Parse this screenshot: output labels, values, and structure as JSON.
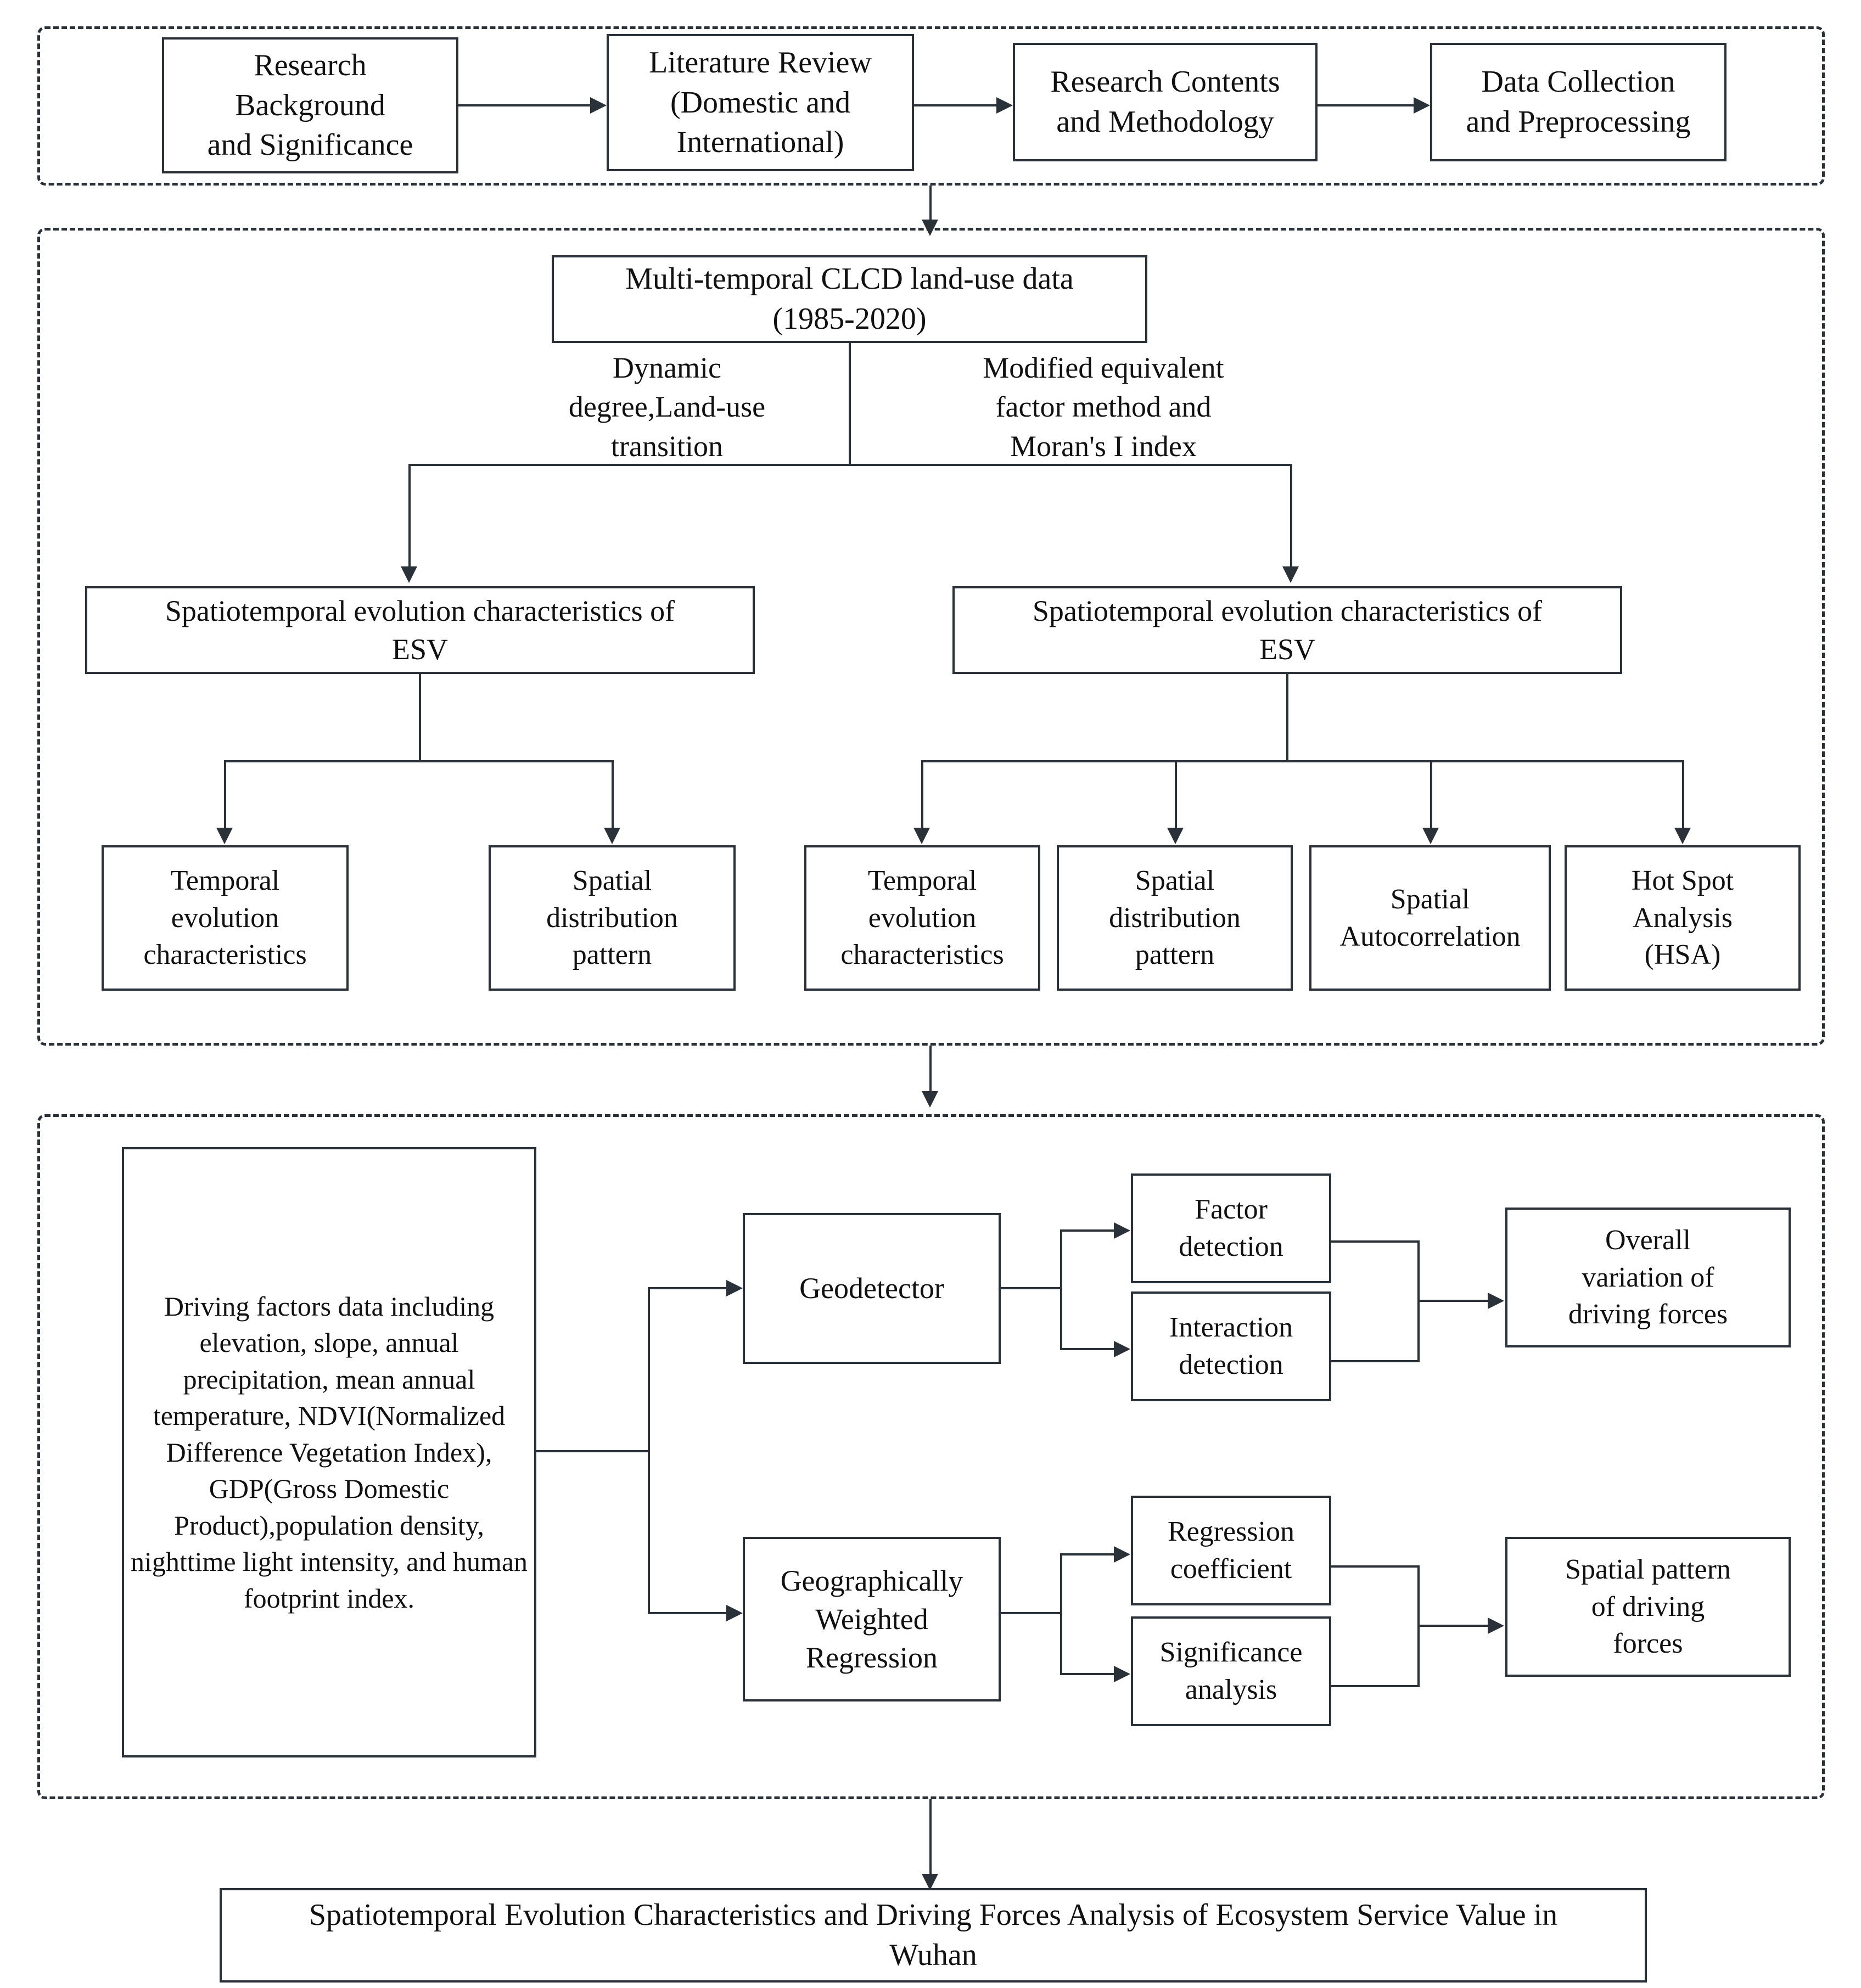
{
  "diagram": {
    "title": "Research framework flowchart",
    "accent_color": "#2b3138",
    "background_color": "#ffffff"
  },
  "section1": {
    "name": "research-preparation",
    "boxes": [
      {
        "id": "research-background",
        "label": "Research\nBackground\nand Significance"
      },
      {
        "id": "literature-review",
        "label": "Literature Review\n(Domestic and\nInternational)"
      },
      {
        "id": "research-contents",
        "label": "Research Contents\nand Methodology"
      },
      {
        "id": "data-collection",
        "label": "Data Collection\nand Preprocessing"
      }
    ]
  },
  "section2": {
    "name": "spatiotemporal-analysis",
    "source_box": {
      "id": "clcd-data",
      "label": "Multi-temporal CLCD land-use data\n(1985-2020)"
    },
    "left_method_label": "Dynamic\ndegree,Land-use\ntransition",
    "right_method_label": "Modified equivalent\nfactor method and\nMoran's I index",
    "left_result_box": {
      "id": "esv-left",
      "label": "Spatiotemporal evolution characteristics of\nESV"
    },
    "right_result_box": {
      "id": "esv-right",
      "label": "Spatiotemporal evolution characteristics of\nESV"
    },
    "left_outputs": [
      {
        "id": "temporal-evolution-left",
        "label": "Temporal\nevolution\ncharacteristics"
      },
      {
        "id": "spatial-distribution-left",
        "label": "Spatial\ndistribution\npattern"
      }
    ],
    "right_outputs": [
      {
        "id": "temporal-evolution-right",
        "label": "Temporal\nevolution\ncharacteristics"
      },
      {
        "id": "spatial-distribution-right",
        "label": "Spatial\ndistribution\npattern"
      },
      {
        "id": "spatial-autocorrelation",
        "label": "Spatial\nAutocorrelation"
      },
      {
        "id": "hot-spot-analysis",
        "label": "Hot Spot\nAnalysis\n(HSA)"
      }
    ]
  },
  "section3": {
    "name": "driving-forces-analysis",
    "driving_factors_box": {
      "id": "driving-factors-data",
      "label": "Driving factors data including elevation, slope, annual precipitation, mean annual temperature, NDVI(Normalized Difference Vegetation Index), GDP(Gross Domestic Product),population density, nighttime light intensity, and human footprint index."
    },
    "methods": [
      {
        "id": "geodetector",
        "label": "Geodetector"
      },
      {
        "id": "geographically-weighted-regression",
        "label": "Geographically\nWeighted\nRegression"
      }
    ],
    "geodetector_outputs": [
      {
        "id": "factor-detection",
        "label": "Factor\ndetection"
      },
      {
        "id": "interaction-detection",
        "label": "Interaction\ndetection"
      }
    ],
    "gwr_outputs": [
      {
        "id": "regression-coefficient",
        "label": "Regression\ncoefficient"
      },
      {
        "id": "significance-analysis",
        "label": "Significance\nanalysis"
      }
    ],
    "results": [
      {
        "id": "overall-variation",
        "label": "Overall\nvariation of\ndriving forces"
      },
      {
        "id": "spatial-pattern",
        "label": "Spatial pattern\nof driving\nforces"
      }
    ]
  },
  "conclusion": {
    "id": "conclusion-box",
    "label": "Spatiotemporal Evolution Characteristics and Driving Forces Analysis of Ecosystem Service Value in\nWuhan"
  }
}
